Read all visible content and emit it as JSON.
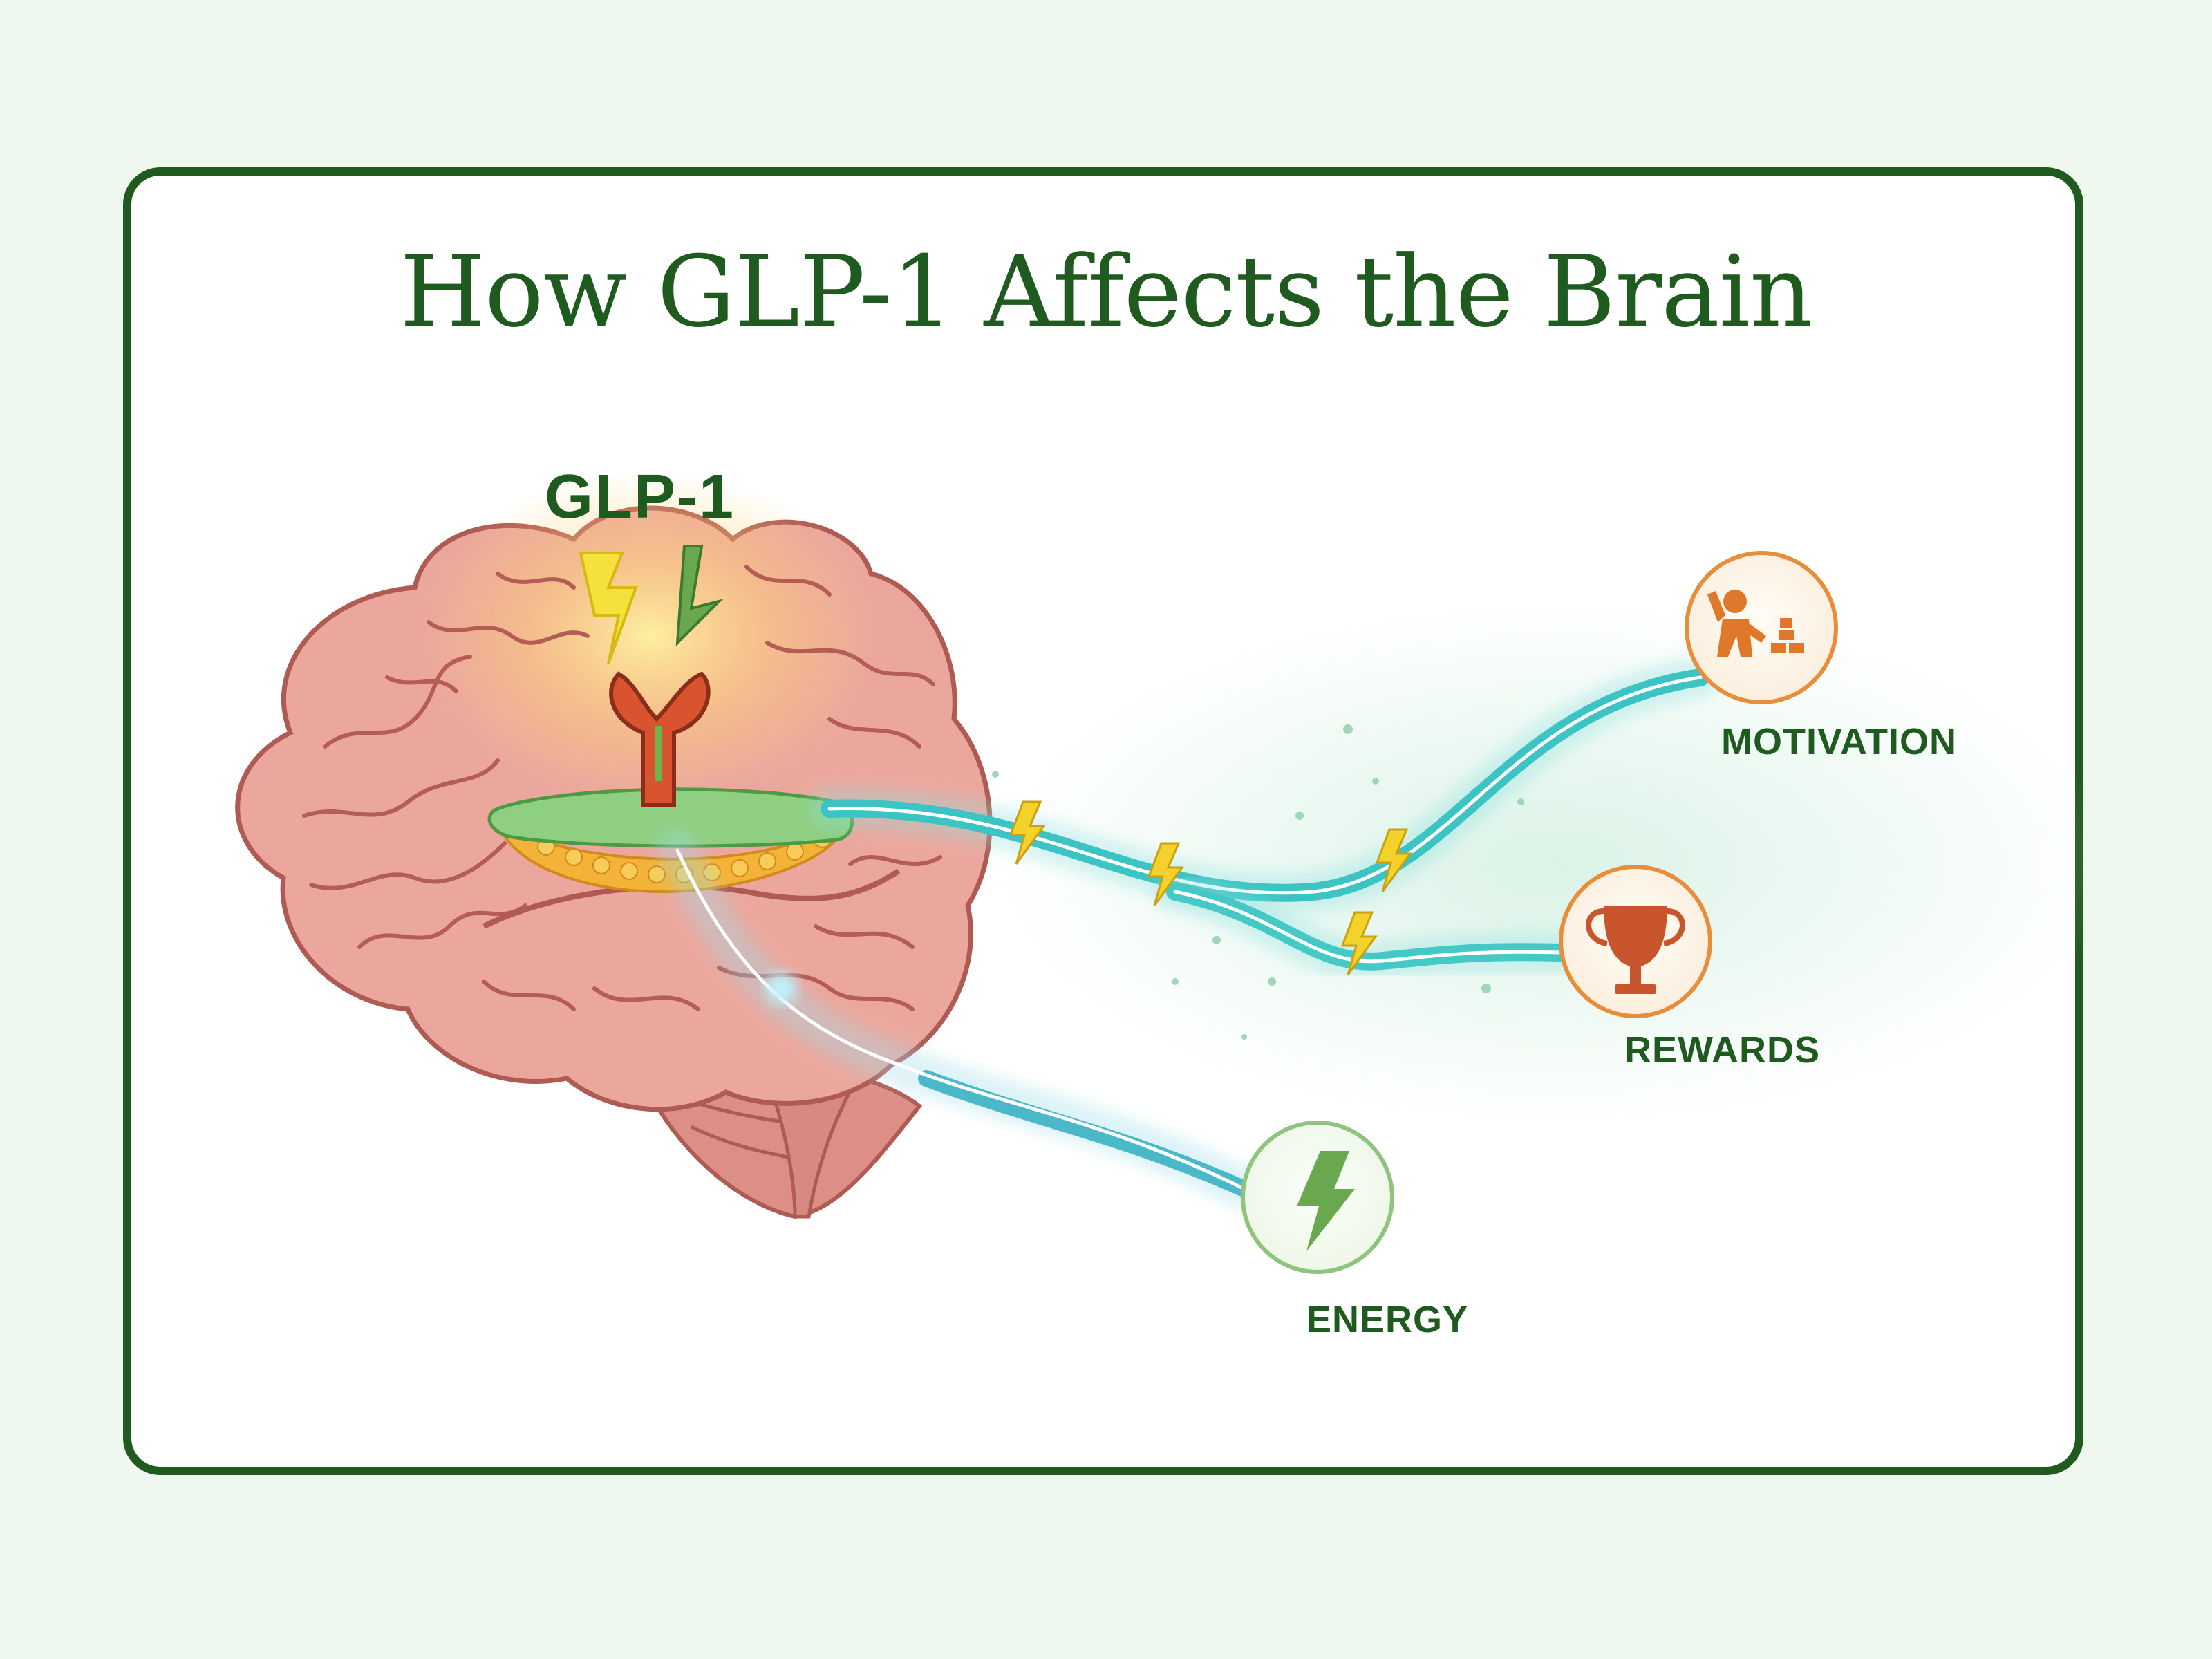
{
  "title": "How GLP-1 Affects the Brain",
  "glp_label": "GLP-1",
  "outcomes": {
    "motivation": "MOTIVATION",
    "rewards": "REWARDS",
    "energy": "ENERGY"
  },
  "colors": {
    "brand_green": "#1f5a1f",
    "brain_pink": "#e9a49a",
    "pathway_teal": "#3cc4c4",
    "icon_orange": "#e0782c",
    "energy_green": "#6aa84f"
  },
  "icons": [
    "lightning-bolt-icon",
    "receptor-icon",
    "person-stacking-bricks-icon",
    "trophy-icon",
    "energy-bolt-icon"
  ]
}
